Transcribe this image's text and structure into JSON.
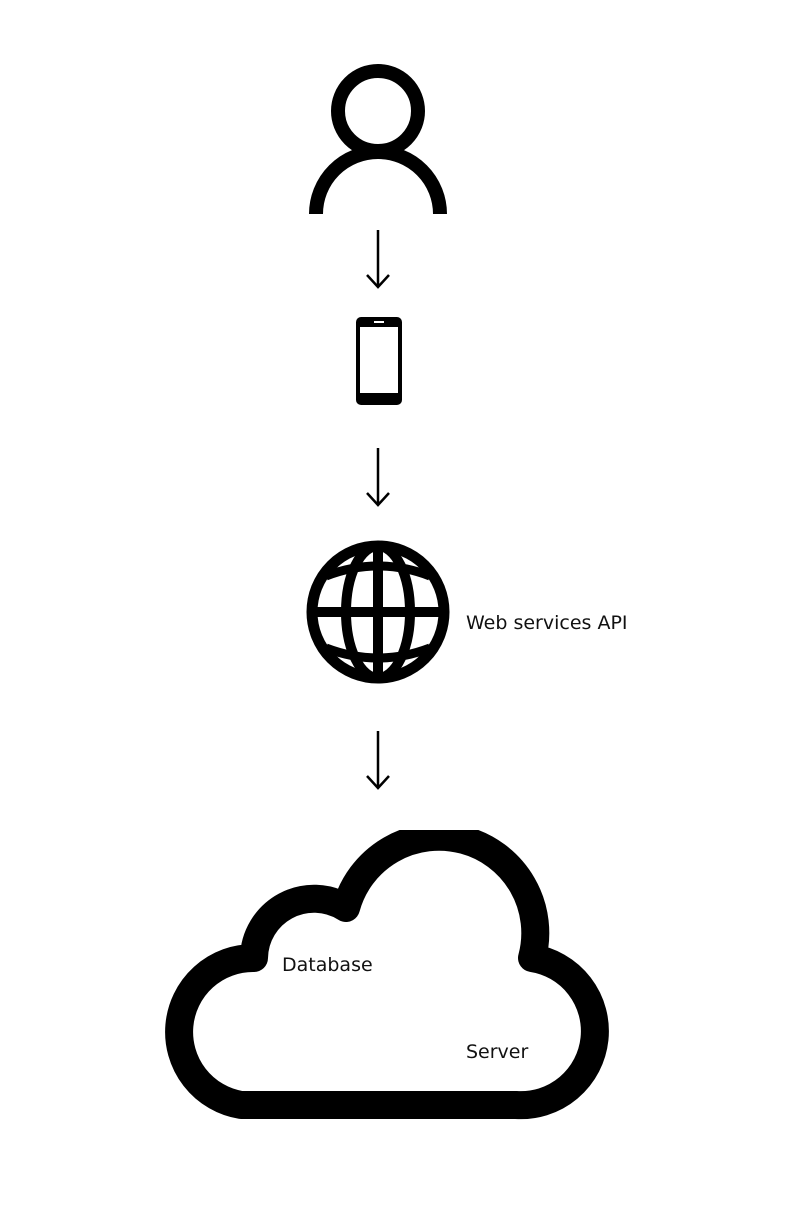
{
  "diagram": {
    "nodes": [
      {
        "id": "user",
        "icon": "user-icon"
      },
      {
        "id": "phone",
        "icon": "smartphone-icon"
      },
      {
        "id": "api",
        "icon": "globe-icon",
        "label": "Web services API"
      },
      {
        "id": "cloud",
        "icon": "cloud-icon"
      }
    ],
    "cloud_labels": {
      "database": "Database",
      "server": "Server"
    },
    "edges": [
      {
        "from": "user",
        "to": "phone",
        "icon": "arrow-down-icon"
      },
      {
        "from": "phone",
        "to": "api",
        "icon": "arrow-down-icon"
      },
      {
        "from": "api",
        "to": "cloud",
        "icon": "arrow-down-icon"
      }
    ],
    "colors": {
      "stroke": "#000000",
      "background": "#ffffff"
    }
  }
}
